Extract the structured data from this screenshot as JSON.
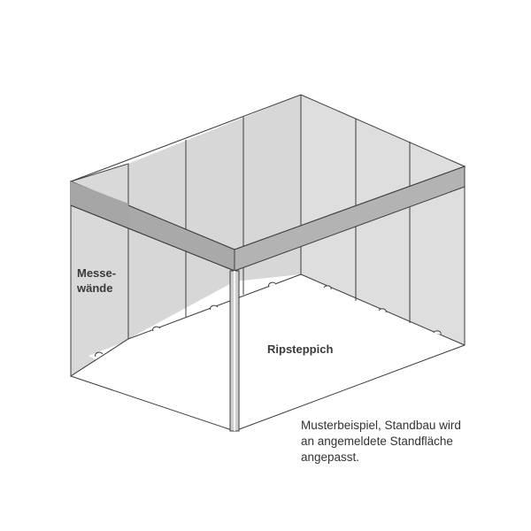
{
  "labels": {
    "walls_line1": "Messe-",
    "walls_line2": "wände",
    "floor": "Ripsteppich"
  },
  "note": {
    "line1": "Musterbeispiel, Standbau wird",
    "line2": "an angemeldete Standfläche",
    "line3": "angepasst."
  },
  "colors": {
    "wall_fill": "#dadada",
    "wall_dark": "#cfcfcf",
    "frame_fill": "#aaaaaa",
    "floor_fill": "#ffffff",
    "outline": "#3c3c3c"
  }
}
